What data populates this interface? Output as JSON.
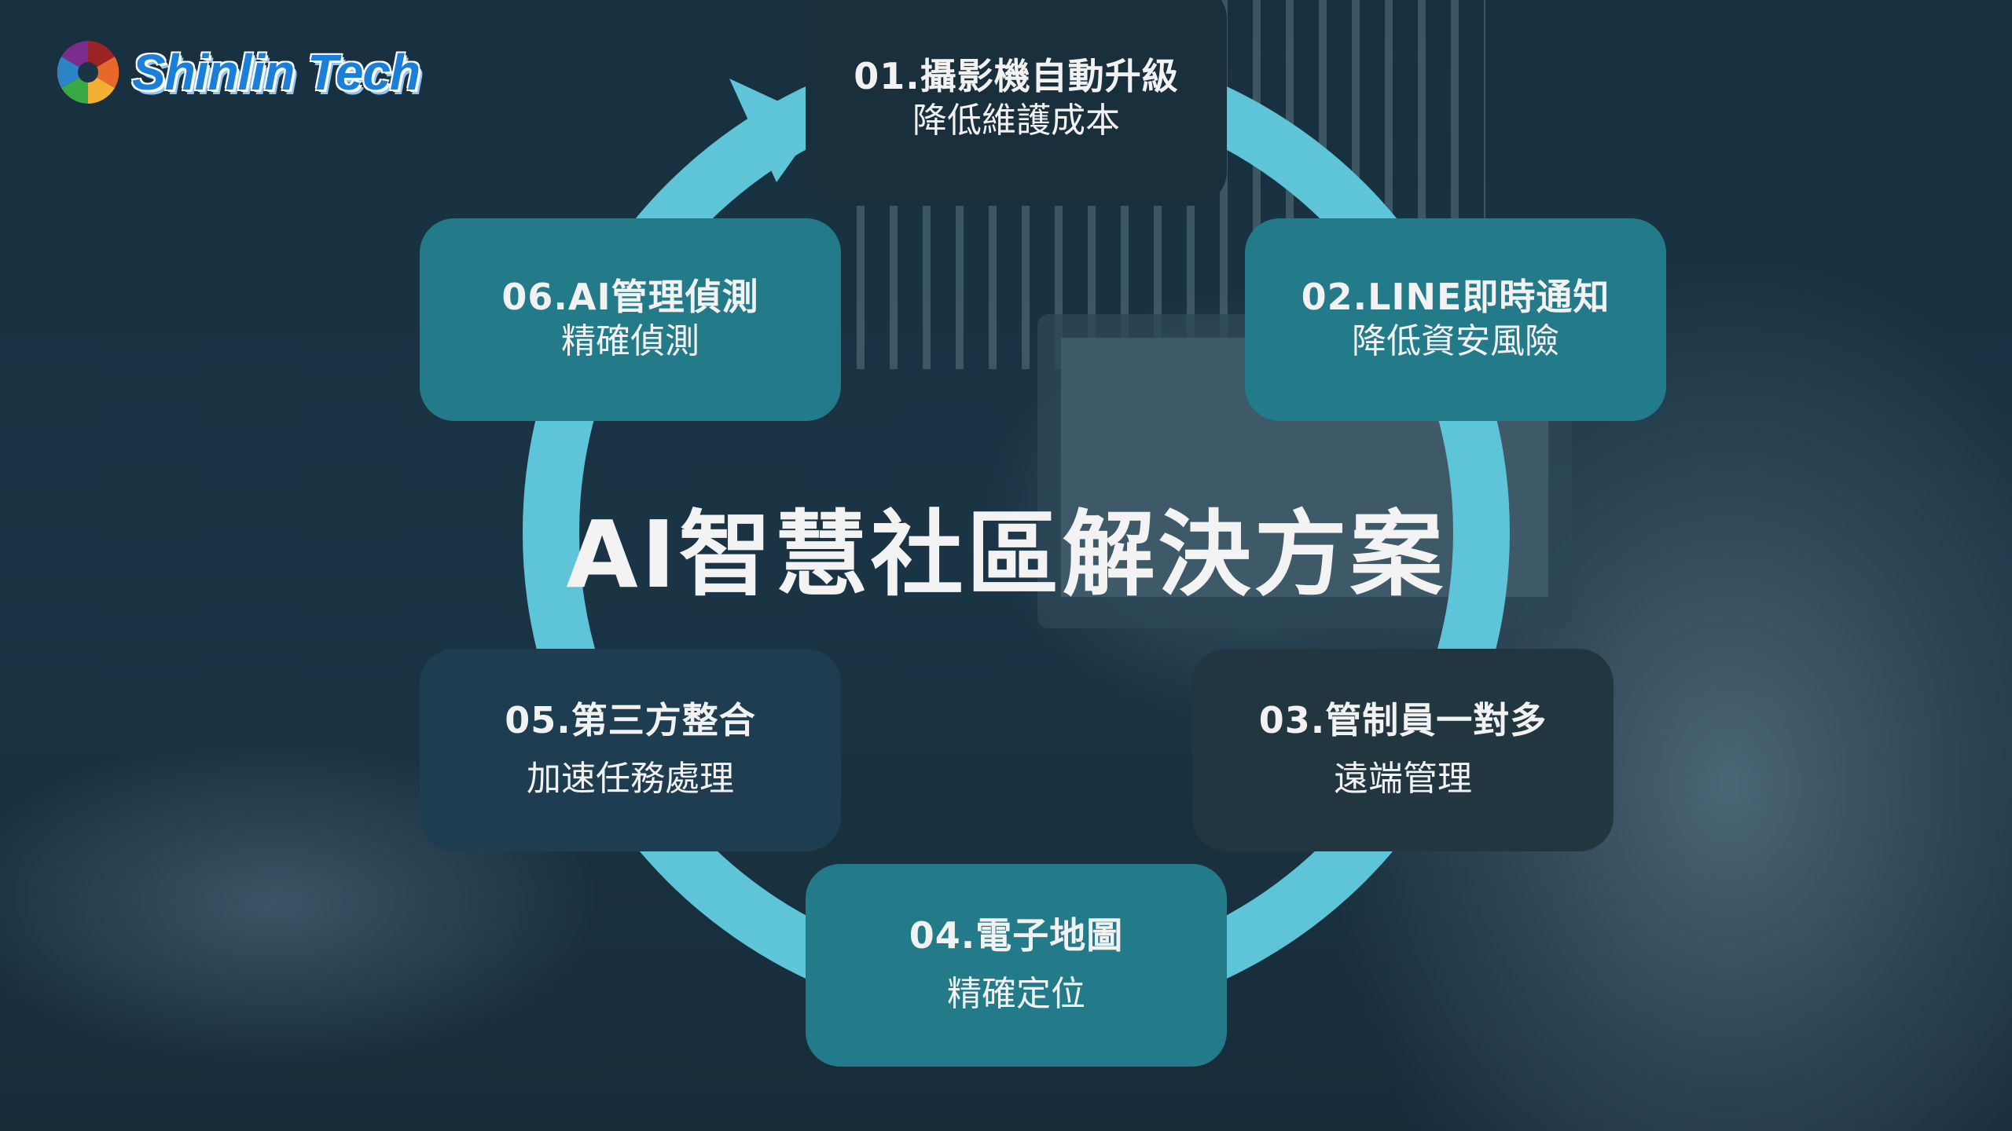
{
  "logo": {
    "text": "Shinlin Tech"
  },
  "title": "AI智慧社區解決方案",
  "colors": {
    "ring": "#5ec4d8",
    "teal_box": "#237a88",
    "dark_box": "#1a2f3c"
  },
  "steps": [
    {
      "title": "01.攝影機自動升級",
      "subtitle": "降低維護成本"
    },
    {
      "title": "02.LINE即時通知",
      "subtitle": "降低資安風險"
    },
    {
      "title": "03.管制員一對多",
      "subtitle": "遠端管理"
    },
    {
      "title": "04.電子地圖",
      "subtitle": "精確定位"
    },
    {
      "title": "05.第三方整合",
      "subtitle": "加速任務處理"
    },
    {
      "title": "06.AI管理偵測",
      "subtitle": "精確偵測"
    }
  ]
}
